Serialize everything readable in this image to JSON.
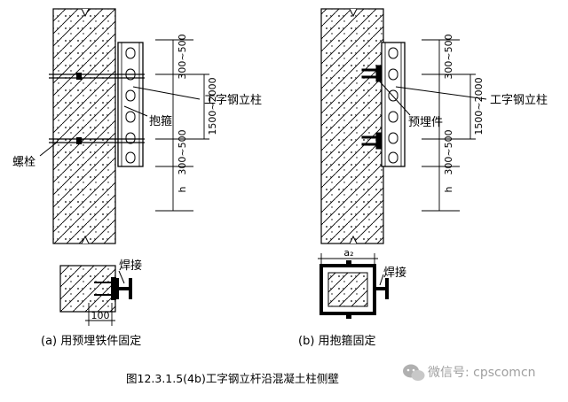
{
  "left_figure": {
    "dim_top": "300~500",
    "dim_span": "1500~2000",
    "dim_bottom": "300~500",
    "dim_h": "h",
    "label_column": "工字钢立柱",
    "label_hoop": "抱箍",
    "label_bolt": "螺栓"
  },
  "right_figure": {
    "dim_top": "300~500",
    "dim_span": "1500~2000",
    "dim_bottom": "300~500",
    "dim_h": "h",
    "label_column": "工字钢立柱",
    "label_embed": "预埋件"
  },
  "detail_a": {
    "label_weld": "焊接",
    "dim_100": "100",
    "caption": "(a) 用预埋铁件固定"
  },
  "detail_b": {
    "label_weld": "焊接",
    "dim_a": "a₂",
    "caption": "(b) 用抱箍固定"
  },
  "figure_caption": "图12.3.1.5(4b)工字钢立杆沿混凝土柱侧壁",
  "watermark": {
    "text": "微信号: cpscomcn"
  }
}
